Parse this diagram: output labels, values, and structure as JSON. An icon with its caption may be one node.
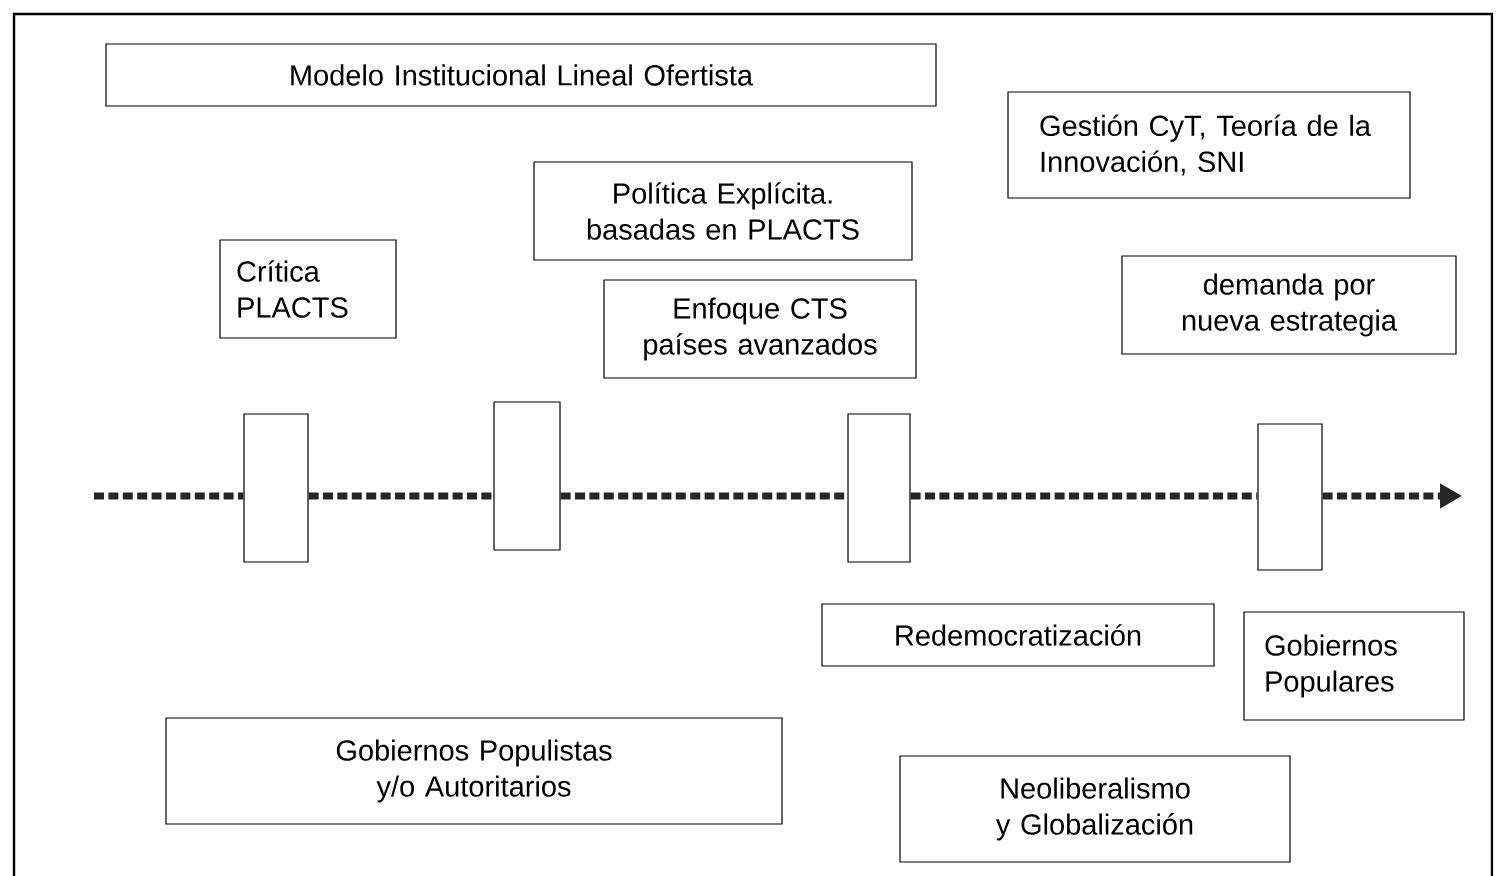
{
  "diagram": {
    "nodes": [
      {
        "text": [
          "Modelo Institucional Lineal Ofertista"
        ]
      },
      {
        "text": [
          "Gestión CyT, Teoría de la Innovación, SNI"
        ]
      },
      {
        "text": [
          "Política Explícita. basadas en PLACTS"
        ]
      },
      {
        "text": [
          "Crítica PLACTS"
        ]
      },
      {
        "text": [
          "demanda por nueva estrategia"
        ]
      },
      {
        "text": [
          "Enfoque CTS países avanzados"
        ]
      },
      {
        "text": [],
        "shape": "box"
      },
      {
        "text": [],
        "shape": "box"
      },
      {
        "text": [],
        "shape": "box"
      },
      {
        "text": [],
        "shape": "box"
      },
      {
        "text": [
          "Redemocratización"
        ]
      },
      {
        "text": [
          "Gobiernos Populares"
        ]
      },
      {
        "text": [
          "Gobiernos Populistas y/o Autoritarios"
        ]
      },
      {
        "text": [
          "Neoliberalismo y Globalización"
        ]
      }
    ],
    "edges": [
      {
        "from": null,
        "to": 6,
        "arrow": "none",
        "style": "dashed"
      },
      {
        "from": 6,
        "to": 7,
        "arrow": "none",
        "style": "dashed"
      },
      {
        "from": 7,
        "to": 8,
        "arrow": "none",
        "style": "dashed"
      },
      {
        "from": 8,
        "to": 9,
        "arrow": "none",
        "style": "dashed"
      },
      {
        "from": 9,
        "to": null,
        "arrow": "to",
        "style": "dashed"
      }
    ]
  }
}
